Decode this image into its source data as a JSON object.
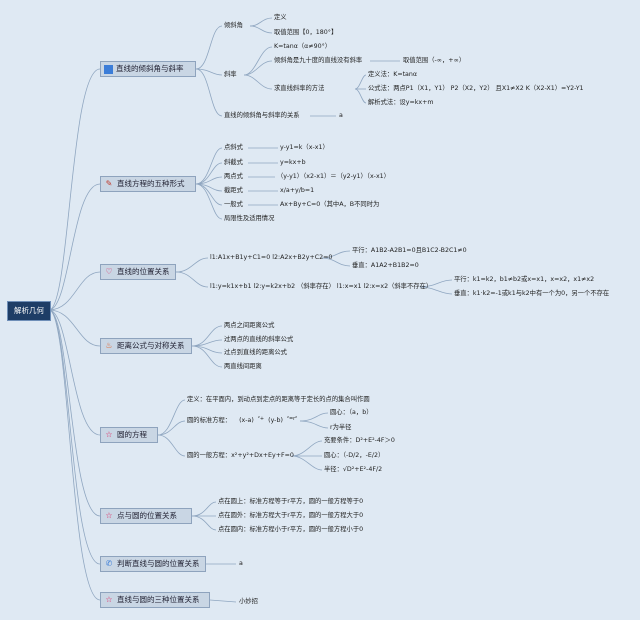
{
  "root": "解析几何",
  "topics": {
    "t1": {
      "label": "直线的倾斜角与斜率",
      "icon": "book-icon"
    },
    "t2": {
      "label": "直线方程的五种形式",
      "icon": "pencil-icon"
    },
    "t3": {
      "label": "直线的位置关系",
      "icon": "heart-icon"
    },
    "t4": {
      "label": "距离公式与对称关系",
      "icon": "flame-icon"
    },
    "t5": {
      "label": "圆的方程",
      "icon": "star-icon"
    },
    "t6": {
      "label": "点与圆的位置关系",
      "icon": "star-icon"
    },
    "t7": {
      "label": "判断直线与圆的位置关系",
      "icon": "phone-icon"
    },
    "t8": {
      "label": "直线与圆的三种位置关系",
      "icon": "star-icon"
    }
  },
  "b1": {
    "angle": "倾斜角",
    "angle_def": "定义",
    "angle_range": "取值范围【0，180°】",
    "slope": "斜率",
    "slope_def": "K=tanα（α≠90°）",
    "slope_note": "倾斜角是九十度的直线没有斜率",
    "slope_range": "取值范围（-∞，+∞）",
    "method": "求直线斜率的方法",
    "m_def": "定义法：K=tanα",
    "m_formula": "公式法：两点P1（X1，Y1） P2（X2，Y2） 且X1≠X2 K（X2-X1）=Y2-Y1",
    "m_analytic": "解析式法：设y=kx+m",
    "relation": "直线的倾斜角与斜率的关系",
    "relation_a": "a"
  },
  "b2": {
    "pt": "点斜式",
    "pt_f": "y-y1=k（x-x1）",
    "sl": "斜截式",
    "sl_f": "y=kx+b",
    "tp": "两点式",
    "tp_f": "（y-y1）（x2-x1）＝（y2-y1）（x-x1）",
    "ic": "截距式",
    "ic_f": "x/a+y/b=1",
    "gen": "一般式",
    "gen_f": "Ax+By+C=0（其中A，B不同时为",
    "lim": "局限性及适用情况"
  },
  "b3": {
    "l1": "l1:A1x+B1y+C1=0 l2:A2x+B2y+C2=0",
    "par": "平行：A1B2-A2B1=0且B1C2-B2C1≠0",
    "perp": "垂直：A1A2+B1B2=0",
    "l2": "l1:y=k1x+b1 l2:y=k2x+b2 （斜率存在） l1:x=x1 l2:x=x2（斜率不存在）",
    "par2": "平行：k1=k2，b1≠b2或x=x1，x=x2，x1≠x2",
    "perp2": "垂直：k1·k2=-1或k1与k2中有一个为0，另一个不存在"
  },
  "b4": {
    "d1": "两点之间距离公式",
    "d2": "过两点的直线的斜率公式",
    "d3": "过点到直线的距离公式",
    "d4": "两直线间距离"
  },
  "b5": {
    "def": "定义：在平面内，到动点到定点的距离等于定长的点的集合叫作圆",
    "std": "圆的标准方程：",
    "std_f1": "(x-a)",
    "std_f2": "²+",
    "std_f3": "(y-b)",
    "std_f4": "²=r²",
    "center": "圆心：（a，b）",
    "radius": "r为半径",
    "gen": "圆的一般方程：x²+y²+Dx+Ey+F=0",
    "cond": "充要条件：D²+E²-4F＞0",
    "center2": "圆心：（-D/2，-E/2）",
    "radius2": "半径：√D²+E²-4F/2"
  },
  "b6": {
    "on": "点在圆上：标准方程等于r平方，圆的一般方程等于0",
    "out": "点在圆外：标准方程大于r平方，圆的一般方程大于0",
    "in": "点在圆内：标准方程小于r平方，圆的一般方程小于0"
  },
  "b7": {
    "a": "a"
  },
  "b8": {
    "tip": "小妙招"
  }
}
